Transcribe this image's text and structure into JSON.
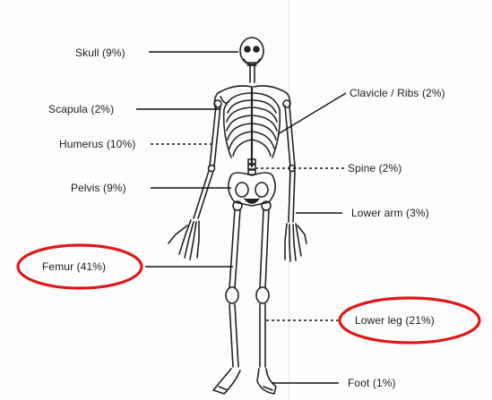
{
  "labels": {
    "skull": "Skull (9%)",
    "scapula": "Scapula (2%)",
    "humerus": "Humerus (10%)",
    "pelvis": "Pelvis (9%)",
    "femur": "Femur (41%)",
    "clavicle_ribs": "Clavicle / Ribs (2%)",
    "spine": "Spine (2%)",
    "lower_arm": "Lower arm (3%)",
    "lower_leg": "Lower leg (21%)",
    "foot": "Foot (1%)"
  },
  "highlighted": [
    "femur",
    "lower_leg"
  ],
  "colors": {
    "highlight_ring": "#e01818",
    "line": "#111111",
    "bone": "#222222"
  }
}
